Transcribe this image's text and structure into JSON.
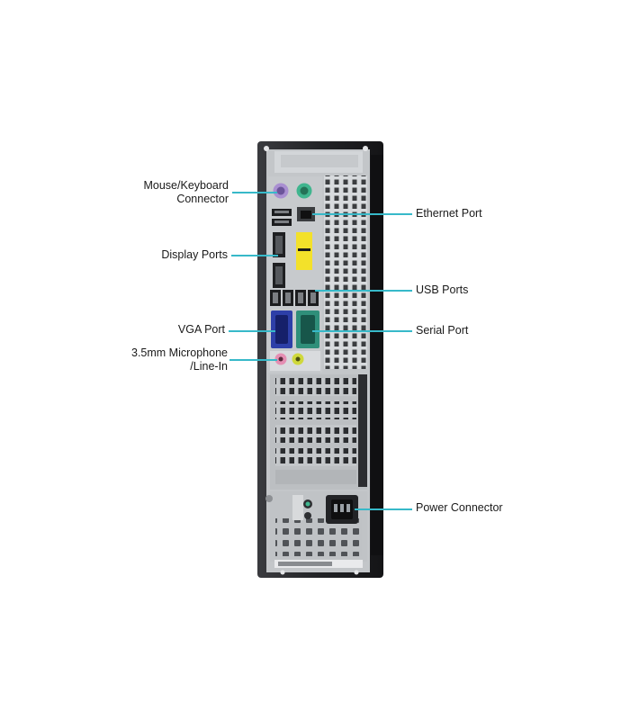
{
  "labels": {
    "mouse_keyboard": {
      "line1": "Mouse/Keyboard",
      "line2": "Connector"
    },
    "display_ports": "Display Ports",
    "vga_port": "VGA Port",
    "microphone": {
      "line1": "3.5mm  Microphone",
      "line2": "/Line-In"
    },
    "ethernet_port": "Ethernet Port",
    "usb_ports": "USB Ports",
    "serial_port": "Serial Port",
    "power_connector": "Power Connector"
  },
  "colors": {
    "leader": "#37b9c9",
    "chassis": "#2a2b2e",
    "panel": "#c9ccd0",
    "ps2_mouse": "#a98fd1",
    "ps2_keyboard": "#3fb58e",
    "vga": "#2d3fa8",
    "serial": "#2f8f7a",
    "mic": "#e58fb3",
    "line_in": "#cfd83c",
    "yellow_tag": "#f3e12a"
  }
}
